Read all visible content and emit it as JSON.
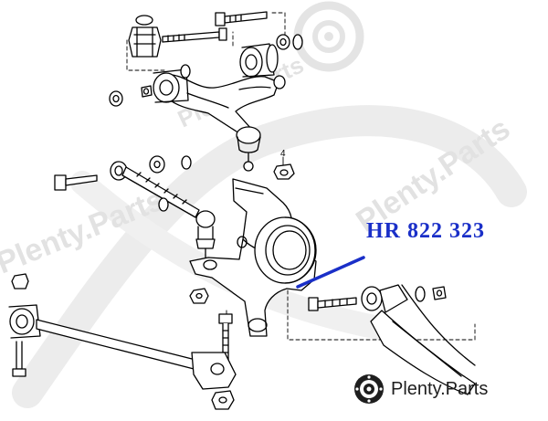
{
  "part_number": "HR 822 323",
  "callout_number": "4",
  "brand": {
    "name": "Plenty.Parts",
    "watermark_text": "Plenty.Parts"
  },
  "colors": {
    "part_number": "#1a2fc8",
    "leader_line": "#1a2fc8",
    "drawing": "#000000",
    "watermark": "#d9d9d9"
  },
  "icons": {
    "brand_logo": "gear-disc-icon",
    "watermark_logo": "gear-disc-icon"
  }
}
